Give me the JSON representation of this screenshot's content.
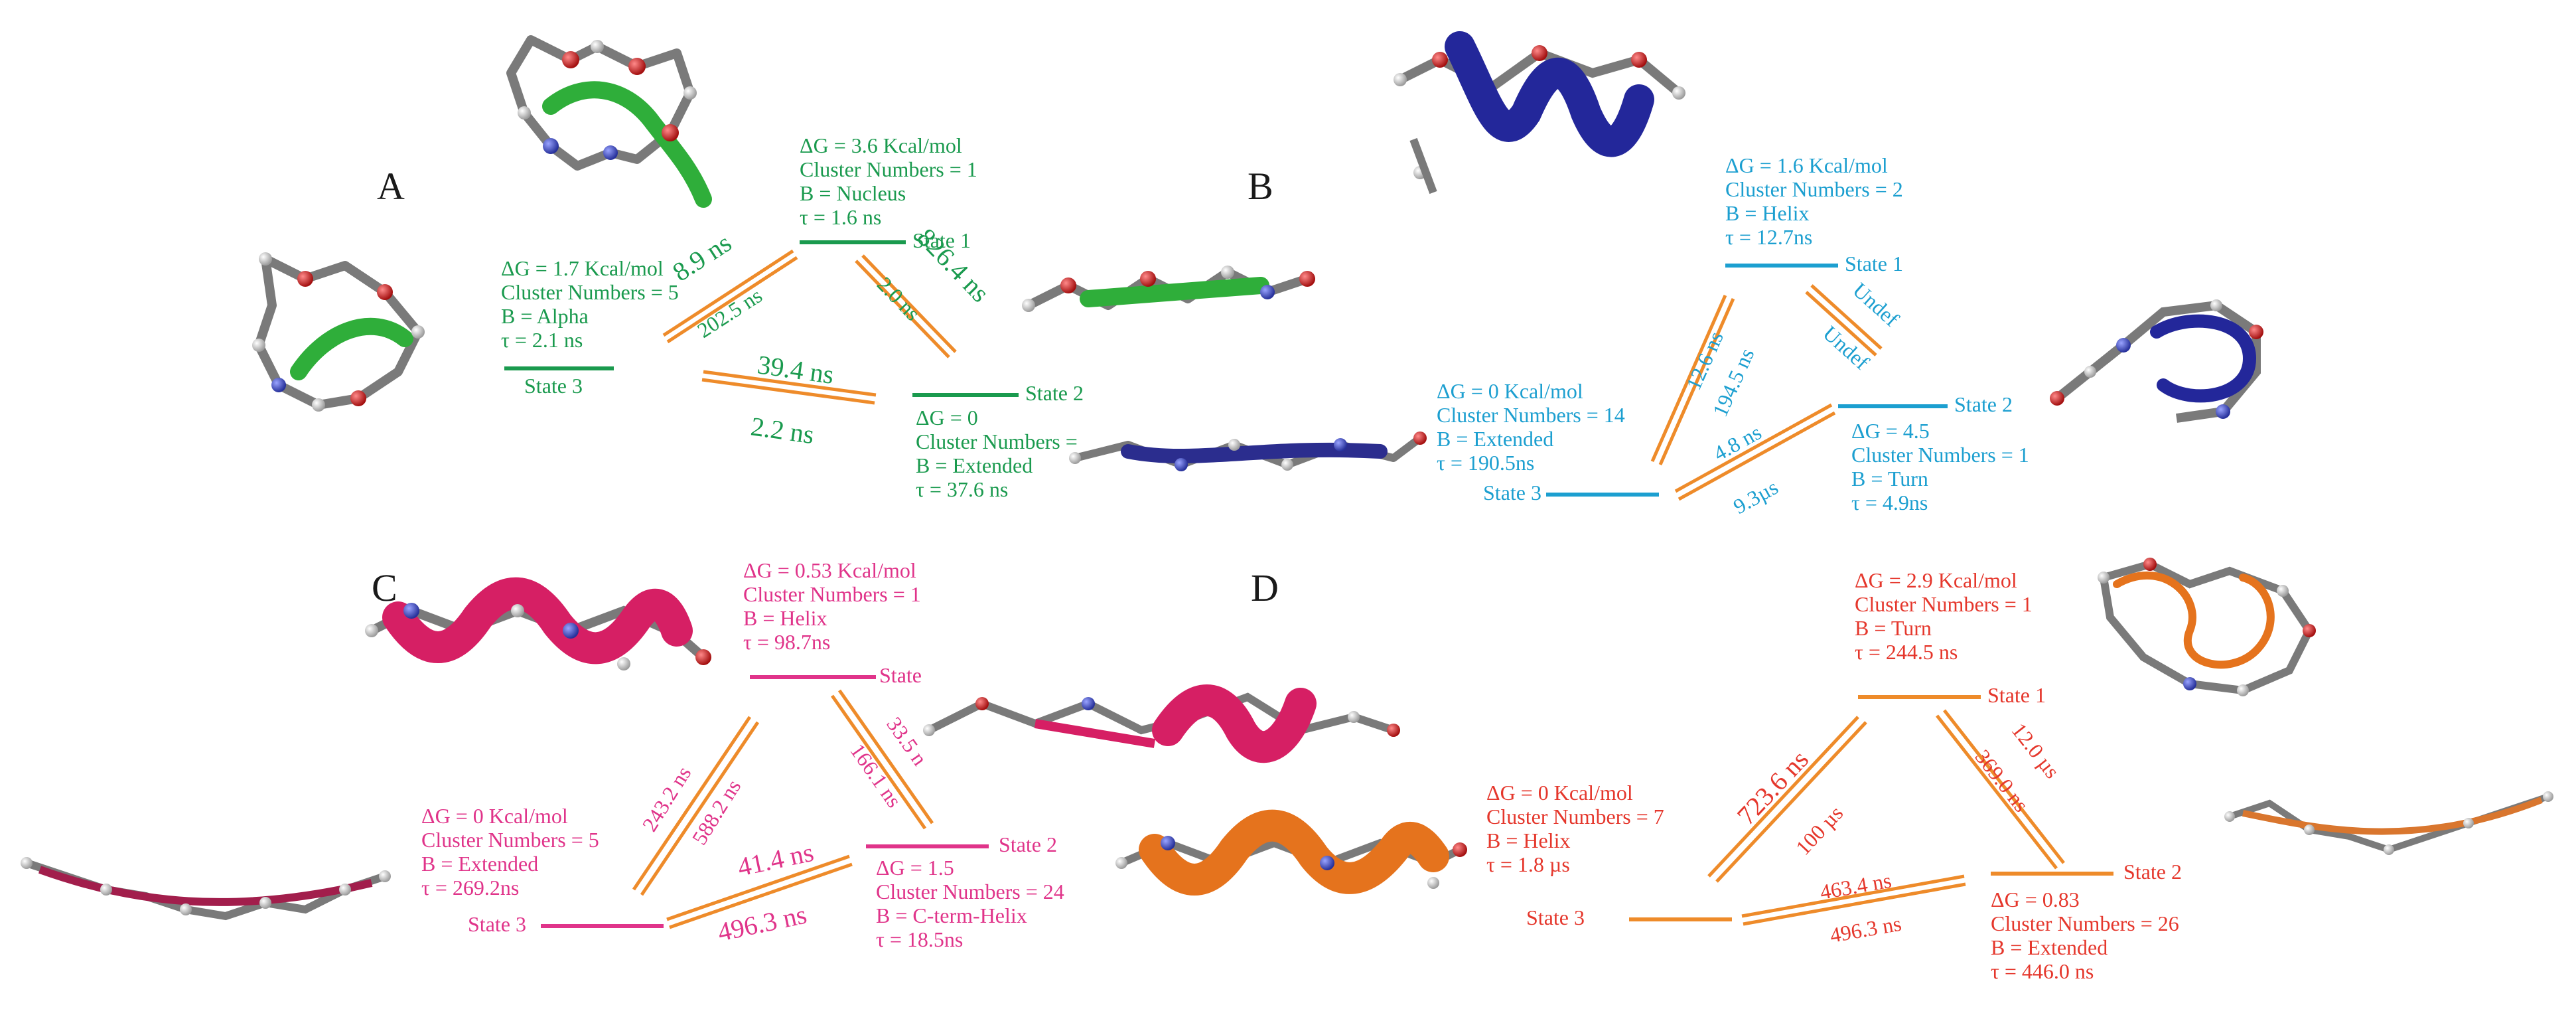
{
  "colors": {
    "A": "#1a9a4e",
    "B": "#1c9fd0",
    "C": "#e0348a",
    "D": "#e5372c",
    "arrow": "#ee8b2a",
    "molecule_carbon": "#7a7a7a",
    "molecule_hydrogen": "#dcdcdc",
    "molecule_oxygen": "#d42020",
    "molecule_nitrogen": "#3a49c8"
  },
  "panels": {
    "A": {
      "letter": "A",
      "state1": {
        "label": "State 1",
        "info": [
          "ΔG = 3.6 Kcal/mol",
          "Cluster Numbers = 1",
          "B = Nucleus",
          "τ = 1.6 ns"
        ]
      },
      "state2": {
        "label": "State 2",
        "info": [
          "ΔG = 0",
          "Cluster Numbers =",
          "B = Extended",
          "τ = 37.6 ns"
        ]
      },
      "state3": {
        "label": "State 3",
        "info": [
          "ΔG = 1.7 Kcal/mol",
          "Cluster Numbers = 5",
          "B = Alpha",
          "τ = 2.1 ns"
        ]
      },
      "rates": {
        "s3_s1_top": "8.9 ns",
        "s3_s1_bottom": "202.5 ns",
        "s1_s2_top": "826.4 ns",
        "s1_s2_bottom": "2.0 ns",
        "s3_s2_top": "39.4 ns",
        "s3_s2_bottom": "2.2 ns"
      },
      "structures": {
        "state1": "nucleus-structure-icon",
        "state2": "extended-structure-icon",
        "state3": "alpha-structure-icon",
        "state2_alt": "extended-ribbon-icon"
      }
    },
    "B": {
      "letter": "B",
      "state1": {
        "label": "State 1",
        "info": [
          "ΔG = 1.6 Kcal/mol",
          "Cluster Numbers = 2",
          "B = Helix",
          "τ = 12.7ns"
        ]
      },
      "state2": {
        "label": "State 2",
        "info": [
          "ΔG = 4.5",
          "Cluster Numbers = 1",
          "B = Turn",
          "τ = 4.9ns"
        ]
      },
      "state3": {
        "label": "State 3",
        "info": [
          "ΔG = 0 Kcal/mol",
          "Cluster Numbers = 14",
          "B = Extended",
          "τ = 190.5ns"
        ]
      },
      "rates": {
        "s3_s1_top": "12.6 ns",
        "s3_s1_bottom": "194.5 ns",
        "s1_s2_top": "Undef",
        "s1_s2_bottom": "Undef",
        "s3_s2_top": "4.8 ns",
        "s3_s2_bottom": "9.3µs"
      }
    },
    "C": {
      "letter": "C",
      "state1": {
        "label": "State",
        "info": [
          "ΔG = 0.53 Kcal/mol",
          "Cluster Numbers = 1",
          "B = Helix",
          "τ = 98.7ns"
        ]
      },
      "state2": {
        "label": "State 2",
        "info": [
          "ΔG = 1.5",
          "Cluster Numbers = 24",
          "B = C-term-Helix",
          "τ = 18.5ns"
        ]
      },
      "state3": {
        "label": "State 3",
        "info": [
          "ΔG = 0 Kcal/mol",
          "Cluster Numbers = 5",
          "B = Extended",
          "τ = 269.2ns"
        ]
      },
      "rates": {
        "s3_s1_top": "243.2 ns",
        "s3_s1_bottom": "588.2 ns",
        "s1_s2_top": "33.5 n",
        "s1_s2_bottom": "166.1 ns",
        "s3_s2_top": "41.4 ns",
        "s3_s2_bottom": "496.3 ns"
      }
    },
    "D": {
      "letter": "D",
      "state1": {
        "label": "State 1",
        "info": [
          "ΔG = 2.9 Kcal/mol",
          "Cluster Numbers = 1",
          "B = Turn",
          "τ = 244.5 ns"
        ]
      },
      "state2": {
        "label": "State 2",
        "info": [
          "ΔG = 0.83",
          "Cluster Numbers = 26",
          "B = Extended",
          "τ = 446.0 ns"
        ]
      },
      "state3": {
        "label": "State 3",
        "info": [
          "ΔG = 0 Kcal/mol",
          "Cluster Numbers = 7",
          "B = Helix",
          "τ = 1.8 µs"
        ]
      },
      "rates": {
        "s3_s1_top": "723.6 ns",
        "s3_s1_bottom": "100 µs",
        "s1_s2_top": "12.0 µs",
        "s1_s2_bottom": "369.0 ns",
        "s3_s2_top": "463.4 ns",
        "s3_s2_bottom": "496.3 ns"
      }
    }
  }
}
